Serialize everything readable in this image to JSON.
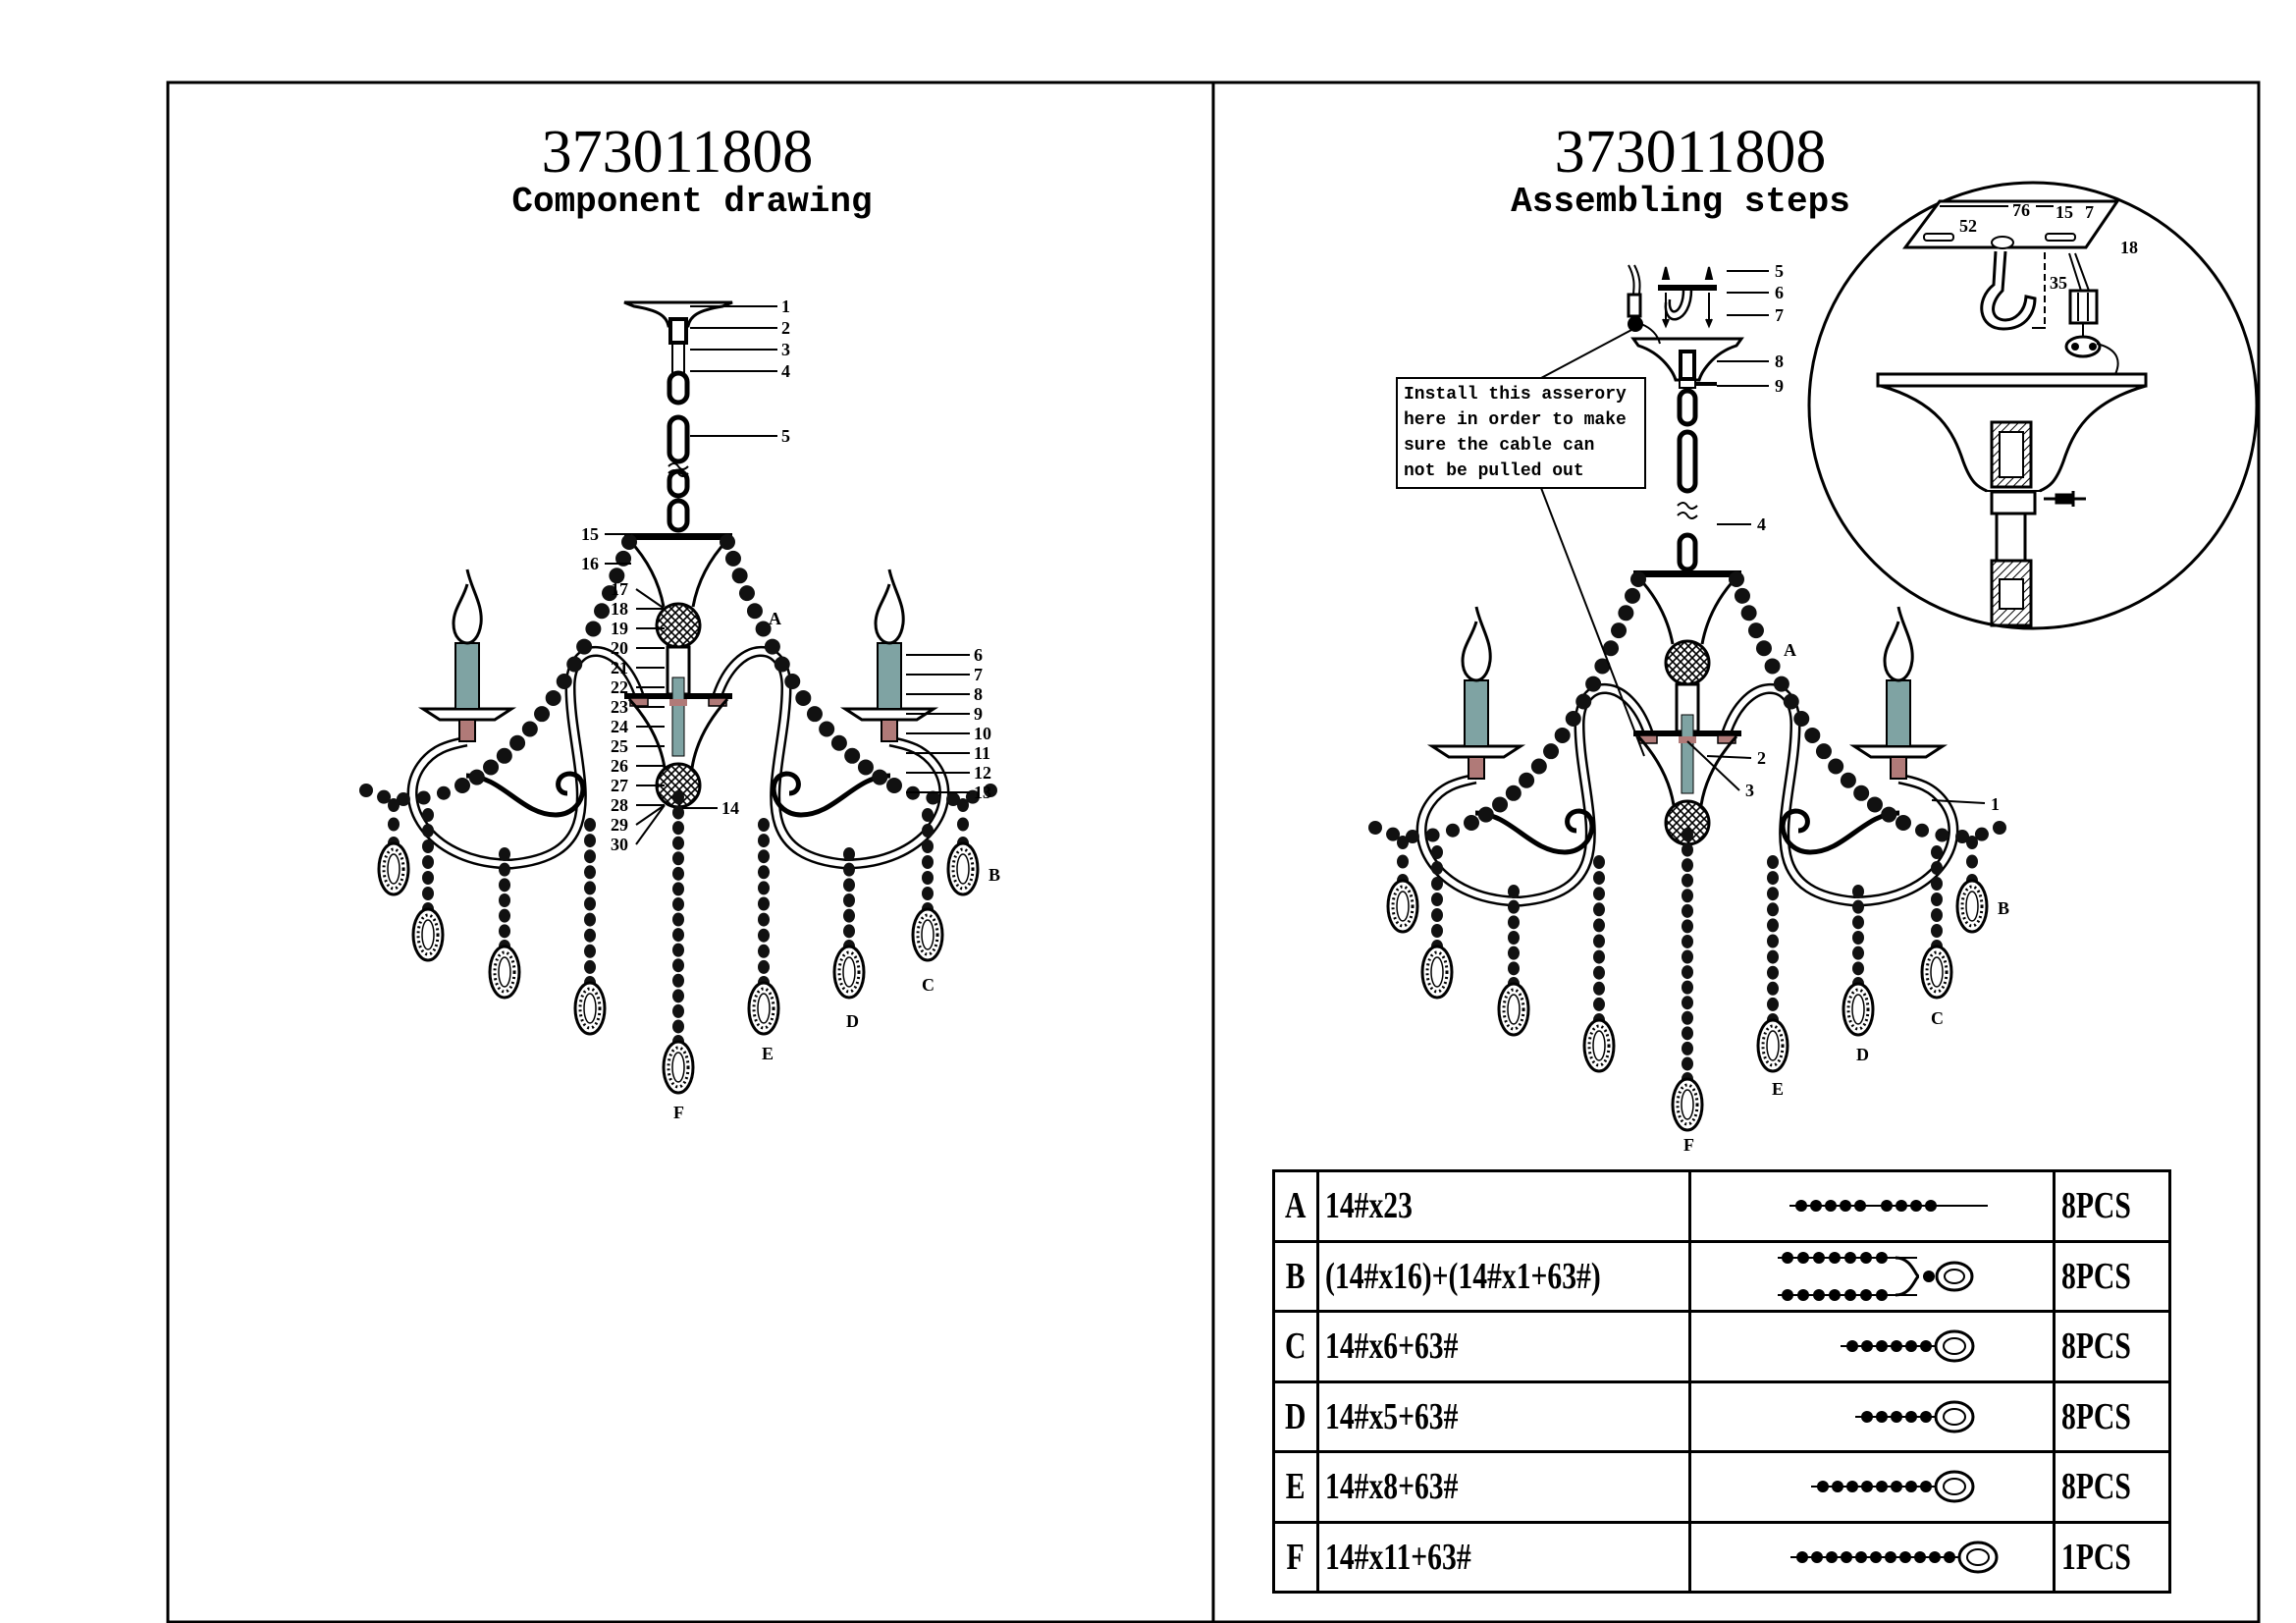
{
  "left_panel": {
    "model": "373011808",
    "title": "Component drawing",
    "part_labels": [
      "1",
      "2",
      "3",
      "4",
      "5",
      "6",
      "7",
      "8",
      "9",
      "10",
      "11",
      "12",
      "13",
      "14",
      "15",
      "16",
      "17",
      "18",
      "19",
      "20",
      "21",
      "22",
      "23",
      "24",
      "25",
      "26",
      "27",
      "28",
      "29",
      "30"
    ],
    "strand_labels": [
      "A",
      "B",
      "C",
      "D",
      "E",
      "F"
    ]
  },
  "right_panel": {
    "model": "373011808",
    "title": "Assembling steps",
    "part_labels": [
      "5",
      "6",
      "7",
      "8",
      "9",
      "4",
      "2",
      "3",
      "1"
    ],
    "strand_labels": [
      "A",
      "B",
      "C",
      "D",
      "E",
      "F"
    ],
    "note": [
      "Install this asserory",
      "here in order to make",
      "sure the cable can",
      "not be pulled out"
    ],
    "detail_labels": [
      "76",
      "52",
      "15",
      "7",
      "18",
      "35"
    ]
  },
  "parts_table": {
    "rows": [
      {
        "letter": "A",
        "spec": "14#x23",
        "qty": "8PCS"
      },
      {
        "letter": "B",
        "spec": "(14#x16)+(14#x1+63#)",
        "qty": "8PCS"
      },
      {
        "letter": "C",
        "spec": "14#x6+63#",
        "qty": "8PCS"
      },
      {
        "letter": "D",
        "spec": "14#x5+63#",
        "qty": "8PCS"
      },
      {
        "letter": "E",
        "spec": "14#x8+63#",
        "qty": "8PCS"
      },
      {
        "letter": "F",
        "spec": "14#x11+63#",
        "qty": "1PCS"
      }
    ]
  },
  "colors": {
    "line": "#000000",
    "teal": "#7fa3a3",
    "pad": "#b07a78"
  }
}
